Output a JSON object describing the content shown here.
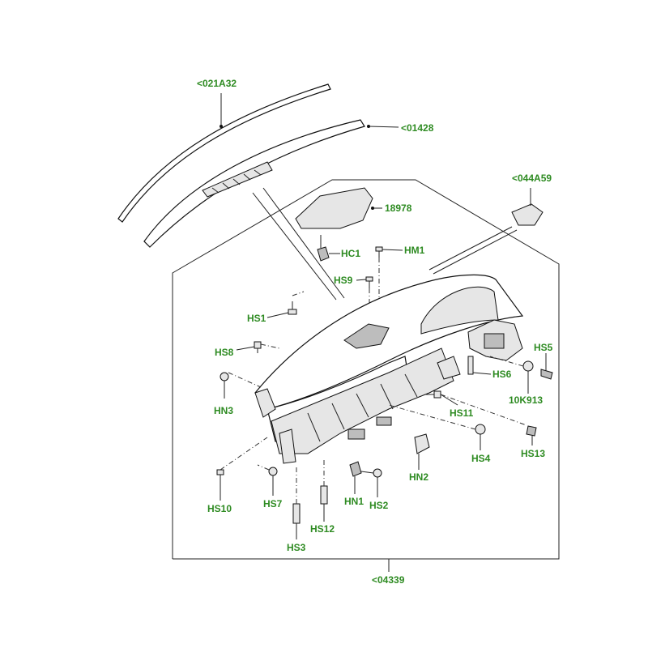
{
  "diagram": {
    "labels": {
      "l021a32": "<021A32",
      "l01428": "<01428",
      "l044a59": "<044A59",
      "l18978": "18978",
      "hc1": "HC1",
      "hm1": "HM1",
      "hs9": "HS9",
      "hs1": "HS1",
      "hs8": "HS8",
      "hn3": "HN3",
      "hs5": "HS5",
      "hs6": "HS6",
      "l10k913": "10K913",
      "hs11": "HS11",
      "hs13": "HS13",
      "hs4": "HS4",
      "hn2": "HN2",
      "hs10": "HS10",
      "hs7": "HS7",
      "hn1": "HN1",
      "hs2": "HS2",
      "hs12": "HS12",
      "hs3": "HS3",
      "l04339": "<04339"
    }
  }
}
